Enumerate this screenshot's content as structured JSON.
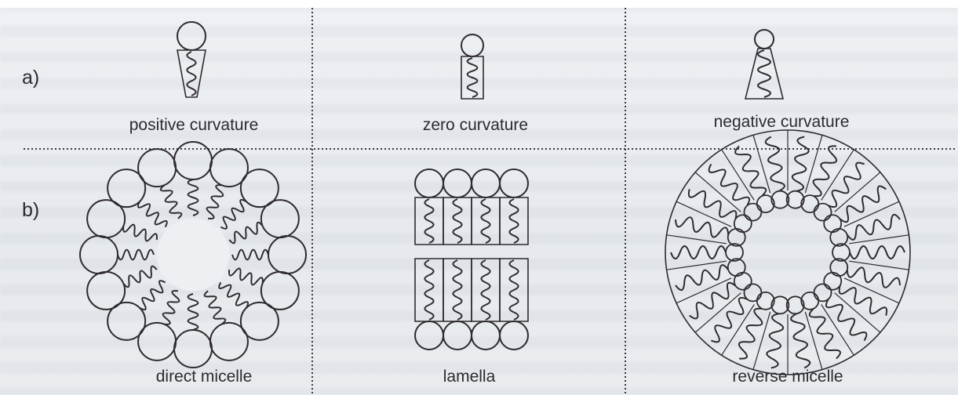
{
  "rows": {
    "a": {
      "tag": "a)"
    },
    "b": {
      "tag": "b)"
    }
  },
  "panels": {
    "positive": {
      "label": "positive curvature"
    },
    "zero": {
      "label": "zero curvature"
    },
    "negative": {
      "label": "negative curvature"
    },
    "direct_micelle": {
      "label": "direct micelle"
    },
    "lamella": {
      "label": "lamella"
    },
    "reverse_micelle": {
      "label": "reverse micelle"
    }
  },
  "colors": {
    "ink": "#2e2a2e",
    "divider": "#3a3a3e",
    "background": "#e9edf1"
  }
}
